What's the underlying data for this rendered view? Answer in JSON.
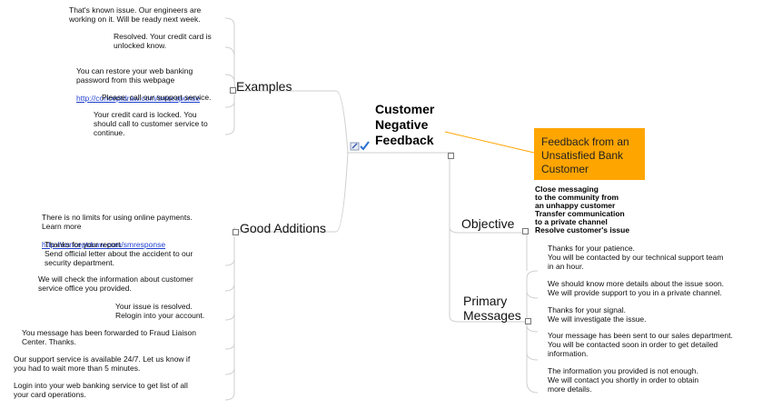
{
  "central_topic": "Customer\nNegative\nFeedback",
  "callout": "Feedback from an\nUnsatisfied Bank\nCustomer",
  "branches": {
    "examples": "Examples",
    "good_additions": "Good Additions",
    "objective": "Objective",
    "primary_messages": "Primary\nMessages"
  },
  "examples_notes": [
    "That's known issue. Our engineers are\nworking on it. Will be ready next week.",
    "Resolved. Your credit card is\nunlocked know.",
    "You can restore your web banking\npassword from this webpage",
    "Please, call our support service.",
    "Your credit card is locked. You\nshould call to customer service to\ncontinue."
  ],
  "examples_link": "http://conceptdraw.com/smresponse",
  "good_additions_notes": [
    "There is no limits for using online payments.\nLearn more",
    "Thanks for your report.\nSend official letter about the accident to our\nsecurity department.",
    "We will check the information about customer\nservice office you provided.",
    "Your issue is resolved.\nRelogin into your account.",
    "You message has been forwarded to Fraud Liaison\nCenter. Thanks.",
    "Our support service is available 24/7. Let us know if\nyou had to wait more than 5 minutes.",
    "Login into your web banking service to get list of all\nyour card operations."
  ],
  "good_additions_link": "http://conceptdraw.com/smresponse",
  "objective_text": "Close messaging\nto the community from\nan unhappy customer\nTransfer communication\nto a private channel\nResolve customer's issue",
  "primary_messages_notes": [
    "Thanks for your patience.\nYou will be contacted by our technical support team\nin an hour.",
    "We should know more details about the issue soon.\nWe will provide support to you in a private channel.",
    "Thanks for your signal.\nWe will investigate the issue.",
    "Your message has been sent to our sales department.\nYou will be contacted soon in order to get detailed\ninformation.",
    "The information you provided is not enough.\nWe will contact you shortly in order to obtain\nmore details."
  ],
  "colors": {
    "callout": "#ffa500",
    "link": "#1f3fd0",
    "wire": "#cfcfcf",
    "callout_line": "#ffa500"
  }
}
